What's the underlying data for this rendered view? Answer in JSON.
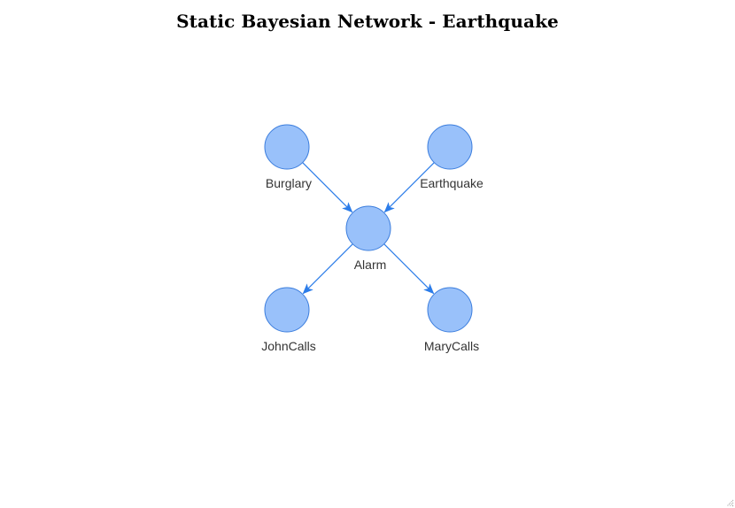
{
  "title": "Static Bayesian Network - Earthquake",
  "colors": {
    "node_fill": "#99c1fa",
    "node_stroke": "#3b7ddd",
    "edge": "#2b7ce9",
    "label": "#333333"
  },
  "nodes": [
    {
      "id": "burglary",
      "label": "Burglary"
    },
    {
      "id": "earthquake",
      "label": "Earthquake"
    },
    {
      "id": "alarm",
      "label": "Alarm"
    },
    {
      "id": "johncalls",
      "label": "JohnCalls"
    },
    {
      "id": "marycalls",
      "label": "MaryCalls"
    }
  ],
  "edges": [
    {
      "from": "burglary",
      "to": "alarm"
    },
    {
      "from": "earthquake",
      "to": "alarm"
    },
    {
      "from": "alarm",
      "to": "johncalls"
    },
    {
      "from": "alarm",
      "to": "marycalls"
    }
  ]
}
